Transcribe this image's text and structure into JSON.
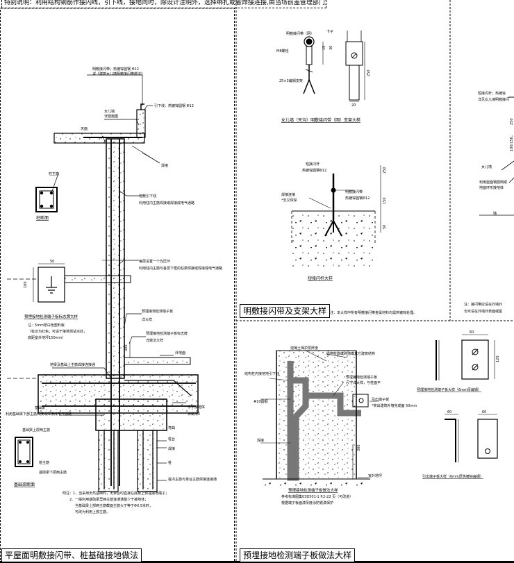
{
  "top_note": "特别说明：利用结构钢筋作接闪线，引下线，接地同时，除设计注明外，选择绑扎或者焊接连接,由当场前盖管理部门定。",
  "left_panel": {
    "title": "平屋面明敷接闪带、桩基础接地做法",
    "labels": {
      "rod_top": "明敷接闪带；热镀锌圆钢 Φ12",
      "rod_top2": "详《建筑女儿墙明敷接闪带做法》",
      "downlead": "引下线：热镀锌圆钢 Φ12",
      "parapet": "女儿墙",
      "parapet2": "详建施图",
      "roof": "天面",
      "weld": "焊接",
      "col_rebar": "柱主筋",
      "col_section": "柱断面",
      "concealed_down": "暗敷引下线",
      "concealed_down2": "利用柱内主筋焊接或焊接成电气通路",
      "ring": "每层设置一个均压环",
      "ring2": "利用柱内主筋与各层下框的柱梁焊接或焊接成电气通路",
      "test_plate": "预埋接地检测端子板",
      "test_plate2": "详大样",
      "test_pt": "预埋接地检测端子板标志牌",
      "test_pt2": "详做法大样",
      "floor": "外地面",
      "beam_lower": "地梁及基础上主筋焊接连接通",
      "base_beam": "基础梁",
      "base_beam2": "利用基础梁下部主筋焊接或焊接成电气通路",
      "hconn": "水平接地体",
      "hconn2": "详做法2",
      "bend": "弯曲",
      "pile_cap": "桩台",
      "pile": "桩",
      "pile_conn": "桩内主筋与承台主筋焊接连接通",
      "beam_top": "基础梁上层两主筋",
      "beam_bot": "基础梁下层两主筋",
      "pile_top": "桩主筋",
      "beam_section": "基础梁断面",
      "sign_title": "预埋接地检测端子板标志牌大样",
      "sign_note1": "注：5mm厚白色塑料板",
      "sign_note2": "（标识为红色，可设于接地测试点处，",
      "sign_note3": "底距室外地坪150mm）",
      "dim_50": "50",
      "dim_100": "100",
      "dim_300": "300",
      "note1": "附注：1、当采用天然基础时，无承台时直接在底板上预埋接地端子；",
      "note2": "2、一般利用基础梁里两主筋连通通最少于接地体；",
      "note3": "当基础梁上部两主筋截面主筋大于等于Φ0.5米时，",
      "note4": "可改为利用上部主筋。"
    }
  },
  "mid_top_panel": {
    "title": "明敷接闪带及支架大样",
    "note": "附注：本大样中所有明敷接闪带金属材料均需热镀锌处理。",
    "sub1": "女儿墙（天沟）明敷接闪带（网）支架大样",
    "sub2": "短接闪杆大样",
    "labels": {
      "band": "明敷接闪带（网）",
      "clip": "卡子",
      "anchor": "M8螺栓",
      "flat": "25×3扁钢支架",
      "rod": "短接闪杆",
      "rod2": "热镀锌圆钢Φ12",
      "weld": "焊接连接",
      "weld2": "*支又焊焊",
      "band2": "明敷接闪带",
      "band3": "热镀锌圆钢Φ12",
      "d15": "15",
      "d30": "30",
      "d250": "250",
      "d20": "20",
      "d150": "150",
      "d50": "50"
    }
  },
  "mid_bottom_panel": {
    "title": "预埋接地检测端子板做法大样",
    "sub1": "预埋接地检测端子板做法大样",
    "sub1b": "参考标准图集03D501-1 P.2-22 页（可改进）",
    "sub1c": "根据端子板面漆厚度涂防锈漆保护",
    "labels": {
      "cover": "混凝土保护层厚度",
      "conn": "结构柱面或砖墙或其它建筑结构",
      "wire": "结构柱内接地地引下线",
      "wire2": "预埋接地检测端子板",
      "wire3": "尺寸详大样，与柱面平",
      "rebar": "#10圆钢",
      "term": "引出端子板",
      "term2": "*突出建筑外墙完成面 50mm",
      "weld": "焊接",
      "floor": "室外地坪",
      "d300": "300",
      "d60": "60",
      "d120": "120",
      "plate_title": "预埋接地检测端子板大样（6mm厚扁钢）",
      "term_title": "引出端子板大样（6mm厚热镀锌扁钢）"
    }
  },
  "right_panel": {
    "labels": {
      "a": "短接闪杆；热镀锌",
      "b": "详见女儿墙明敷接闪",
      "c": "女儿墙",
      "d": "利用屋面钢筋网或",
      "e": "地面环形接地体",
      "f": "墙",
      "g": "注：接闪带应设在外墙外",
      "h": "也可设在外墙外表面或屋",
      "d250": "250",
      "d100": "100/150，"
    }
  }
}
